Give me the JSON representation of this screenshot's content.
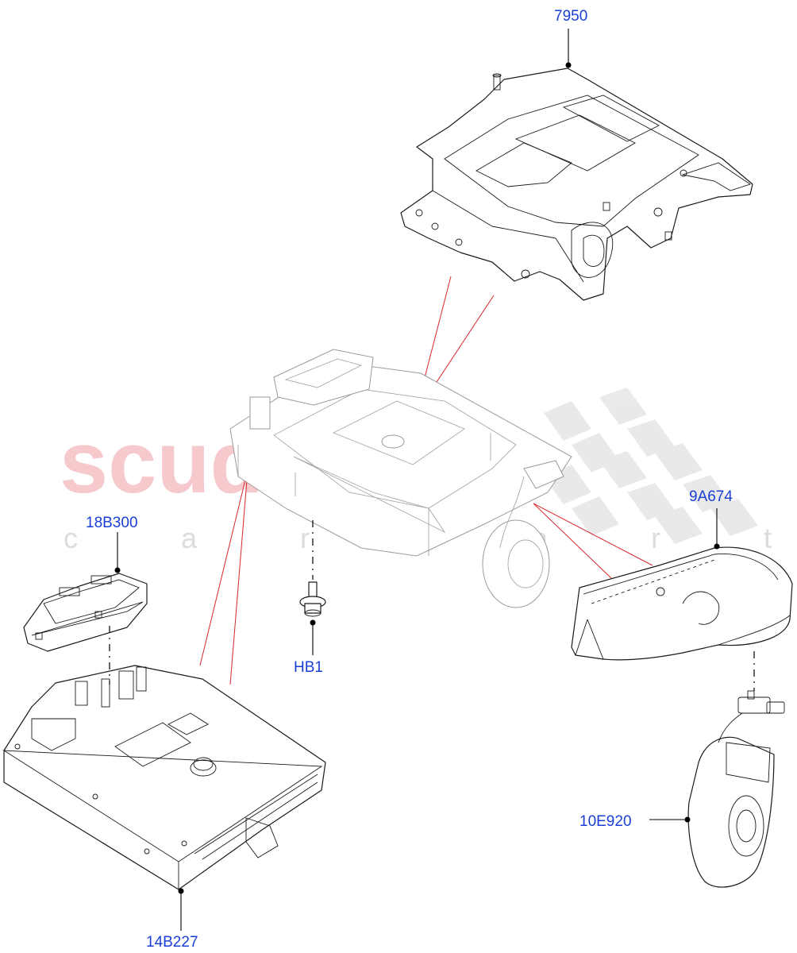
{
  "watermark": {
    "brand": "scuderia",
    "sub": "c a r   p a r t s"
  },
  "callouts": [
    {
      "id": "7950",
      "label": "7950"
    },
    {
      "id": "9A674",
      "label": "9A674"
    },
    {
      "id": "18B300",
      "label": "18B300"
    },
    {
      "id": "HB1",
      "label": "HB1"
    },
    {
      "id": "10E920",
      "label": "10E920"
    },
    {
      "id": "14B227",
      "label": "14B227"
    }
  ]
}
